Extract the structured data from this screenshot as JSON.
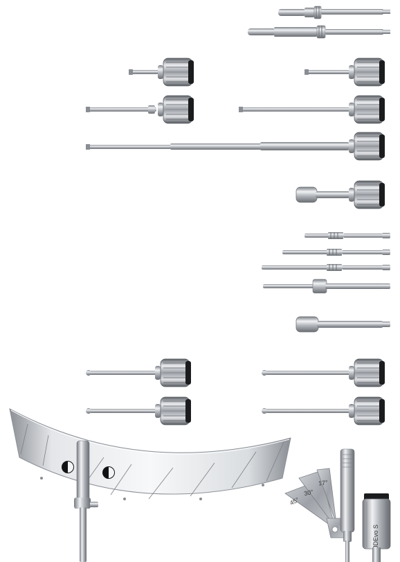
{
  "colors": {
    "steel_dark": "#6f7378",
    "steel_mid": "#a9adb2",
    "steel_light": "#e9ebee",
    "knob_black": "#1b1c1e",
    "background": "#ffffff"
  },
  "items": [
    {
      "name": "short-driver-bit",
      "kind": "bit-with-collar"
    },
    {
      "name": "long-driver-bit",
      "kind": "bit-with-collar"
    },
    {
      "name": "hand-driver-short-left",
      "kind": "hand-driver"
    },
    {
      "name": "hand-driver-short-right",
      "kind": "hand-driver"
    },
    {
      "name": "hand-driver-medium-left",
      "kind": "hand-driver"
    },
    {
      "name": "hand-driver-medium-right",
      "kind": "hand-driver"
    },
    {
      "name": "hand-driver-long",
      "kind": "hand-driver"
    },
    {
      "name": "socket-hand-driver",
      "kind": "hand-driver"
    },
    {
      "name": "drill-bit-1",
      "kind": "drill-bit"
    },
    {
      "name": "drill-bit-2",
      "kind": "drill-bit"
    },
    {
      "name": "drill-bit-3",
      "kind": "drill-bit"
    },
    {
      "name": "drill-bit-4",
      "kind": "drill-bit"
    },
    {
      "name": "socket-bit",
      "kind": "socket-bit"
    },
    {
      "name": "hand-driver-ball-1",
      "kind": "hand-driver"
    },
    {
      "name": "hand-driver-ball-2",
      "kind": "hand-driver"
    },
    {
      "name": "hand-driver-ball-3",
      "kind": "hand-driver"
    },
    {
      "name": "hand-driver-ball-4",
      "kind": "hand-driver"
    },
    {
      "name": "angle-gauge-fan",
      "kind": "gauge"
    },
    {
      "name": "parallel-pin",
      "kind": "pin"
    },
    {
      "name": "handle-driver",
      "kind": "driver"
    }
  ],
  "gauge_fan_labels": [
    "45°",
    "30°",
    "17°"
  ],
  "handle_driver_label": "JDEvo S"
}
